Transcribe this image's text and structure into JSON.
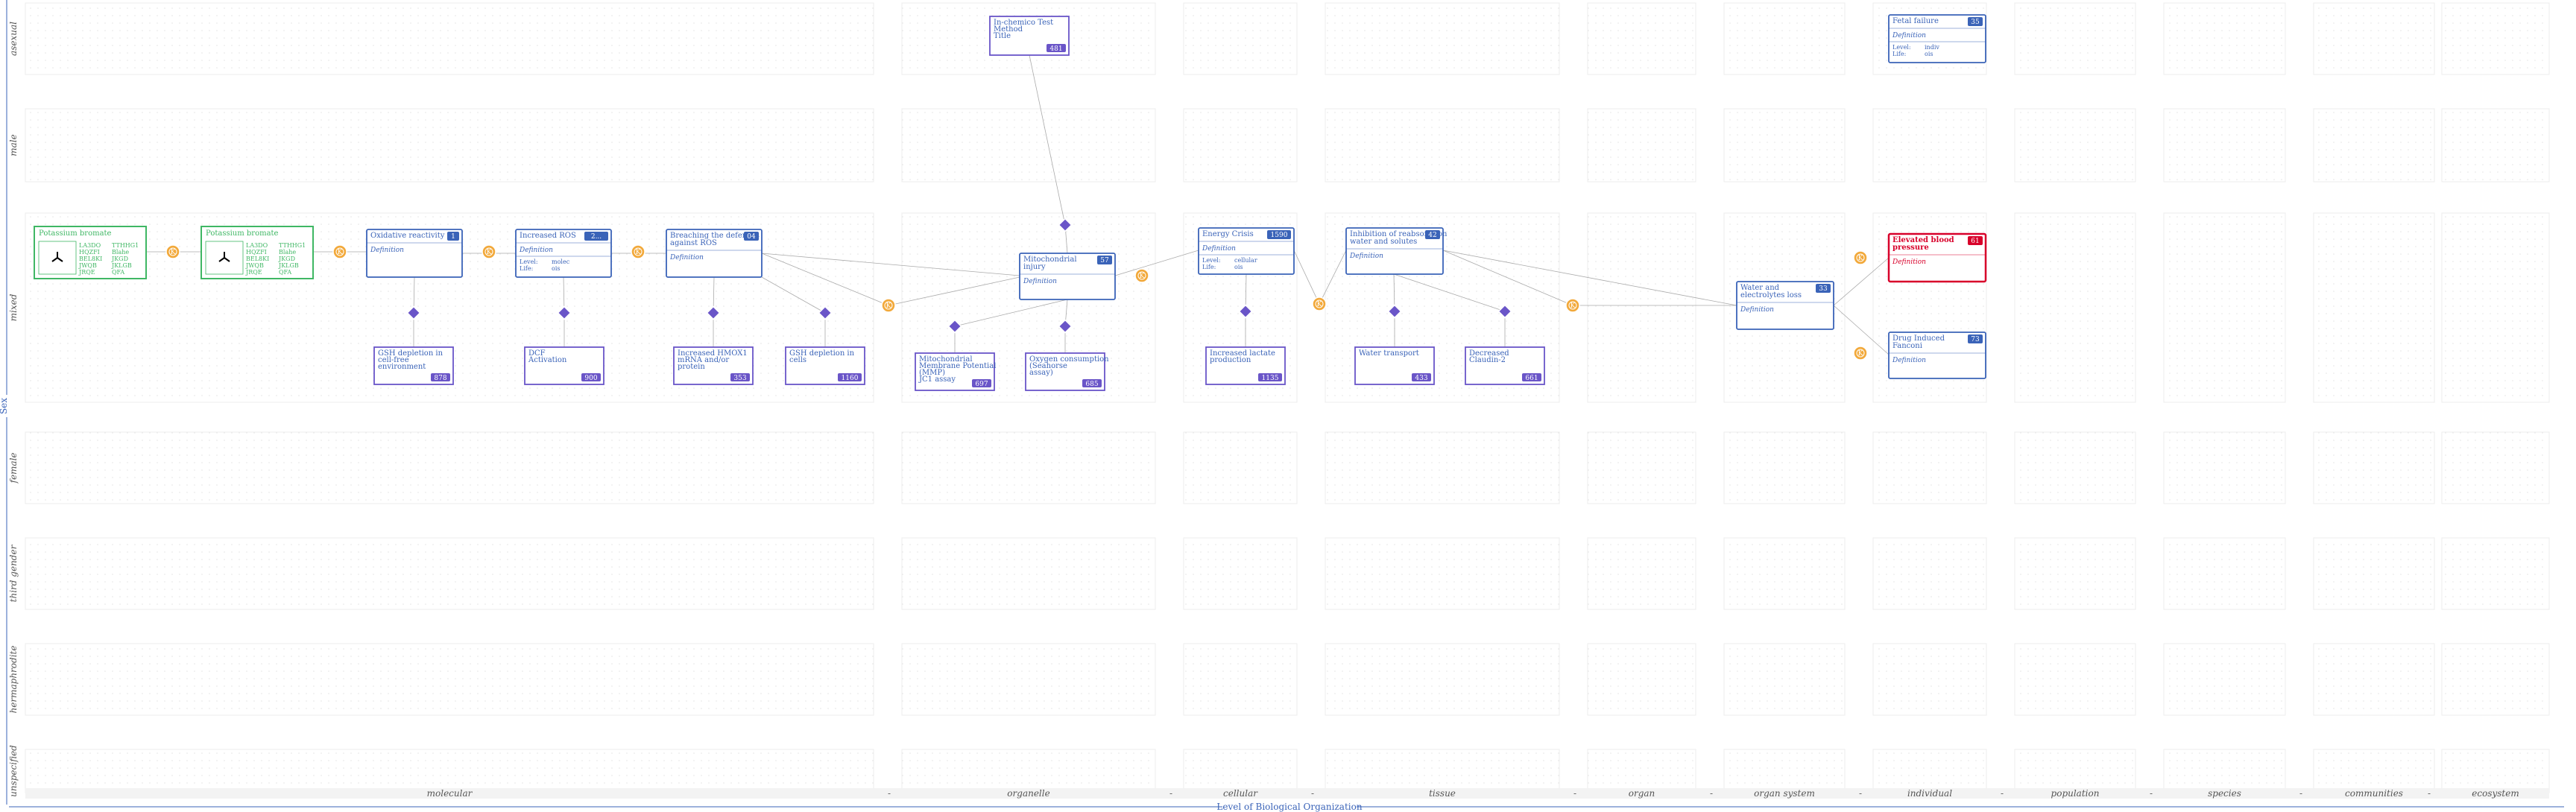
{
  "rows": [
    "asexual",
    "male",
    "mixed",
    "female",
    "third gender",
    "hermaphrodite",
    "unspecified"
  ],
  "columns": [
    "molecular",
    "organelle",
    "cellular",
    "tissue",
    "organ",
    "organ system",
    "individual",
    "population",
    "species",
    "communities",
    "ecosystem"
  ],
  "axis": {
    "x_title": "Level of Biological Organization",
    "y_title": "Sex"
  },
  "colors": {
    "key_event": "#3a63b8",
    "stressor": "#3fb764",
    "adverse": "#d8002a",
    "kernel": "#f2a93b",
    "mie_fill": "#6a55c8"
  },
  "labels": {
    "definition": "Definition",
    "level": "Level:",
    "life": "Life:"
  },
  "stressors": [
    {
      "title": "Potassium bromate",
      "ids": [
        "LA3DO",
        "HQZFI",
        "BEL8KI",
        "JWQB",
        "JRQE"
      ],
      "names": [
        "TTHHG1",
        "Blahe",
        "JKGD",
        "JKLGB",
        "QFA"
      ]
    },
    {
      "title": "Potassium bromate",
      "ids": [
        "LA3DO",
        "HQZFI",
        "BEL8KI",
        "JWQB",
        "JRQE"
      ],
      "names": [
        "TTHHG1",
        "Blahe",
        "JKGD",
        "JKLGB",
        "QFA"
      ]
    }
  ],
  "key_events": [
    {
      "id": "oxidative",
      "title": [
        "Oxidative reactivity"
      ],
      "badge": "1",
      "extra": false
    },
    {
      "id": "ros",
      "title": [
        "Increased ROS"
      ],
      "badge": "2...",
      "extra": true,
      "level": "molec",
      "life": "ois"
    },
    {
      "id": "breach",
      "title": [
        "Breaching the defences",
        "against ROS"
      ],
      "badge": "04",
      "extra": false
    },
    {
      "id": "mito",
      "title": [
        "Mitochondrial",
        "injury"
      ],
      "badge": "57",
      "extra": false
    },
    {
      "id": "energy",
      "title": [
        "Energy Crisis"
      ],
      "badge": "1590",
      "extra": true,
      "level": "cellular",
      "life": "ois"
    },
    {
      "id": "reabs",
      "title": [
        "Inhibition of reabsorption",
        "water and solutes"
      ],
      "badge": "42",
      "extra": false
    },
    {
      "id": "water",
      "title": [
        "Water and",
        "electrolytes loss"
      ],
      "badge": "33",
      "extra": false
    },
    {
      "id": "fetal",
      "title": [
        "Fetal failure"
      ],
      "badge": "35",
      "extra": true,
      "level": "indiv",
      "life": "ois"
    },
    {
      "id": "bp",
      "title": [
        "Elevated blood",
        "pressure"
      ],
      "badge": "61",
      "extra": false,
      "adverse": true
    },
    {
      "id": "drug",
      "title": [
        "Drug Induced",
        "Fanconi"
      ],
      "badge": "73",
      "extra": false
    }
  ],
  "assays": [
    {
      "id": "gsh1",
      "title": [
        "GSH depletion in",
        "cell-free",
        "environment"
      ],
      "badge": "878"
    },
    {
      "id": "dcf",
      "title": [
        "DCF",
        "Activation"
      ],
      "badge": "900"
    },
    {
      "id": "hmox",
      "title": [
        "Increased HMOX1",
        "mRNA and/or",
        "protein"
      ],
      "badge": "353"
    },
    {
      "id": "gsh2",
      "title": [
        "GSH depletion in",
        "cells"
      ],
      "badge": "1160"
    },
    {
      "id": "mmp",
      "title": [
        "Mitochondrial",
        "Membrane Potential",
        "(MMP)",
        "JC1 assay"
      ],
      "badge": "697"
    },
    {
      "id": "ocr",
      "title": [
        "Oxygen consumption",
        "(Seahorse",
        "assay)"
      ],
      "badge": "685"
    },
    {
      "id": "lactate",
      "title": [
        "Increased lactate",
        "production"
      ],
      "badge": "1135"
    },
    {
      "id": "wtrans",
      "title": [
        "Water transport"
      ],
      "badge": "433"
    },
    {
      "id": "claudin",
      "title": [
        "Decreased",
        "Claudin-2"
      ],
      "badge": "661"
    },
    {
      "id": "invitro",
      "title": [
        "In-chemico Test",
        "Method",
        "Title"
      ],
      "badge": "481"
    }
  ],
  "kernel_mark": "K"
}
